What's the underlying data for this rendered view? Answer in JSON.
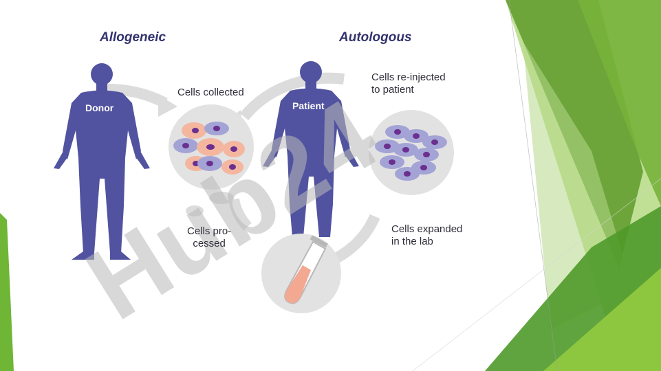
{
  "headings": {
    "allogeneic": "Allogeneic",
    "autologous": "Autologous"
  },
  "figures": {
    "donor": "Donor",
    "patient": "Patient"
  },
  "steps": {
    "collected": "Cells collected",
    "processed": "Cells pro-\ncessed",
    "reinjected": "Cells re-injected\nto patient",
    "expanded": "Cells expanded\nin the lab"
  },
  "watermark": "Hub24",
  "colors": {
    "figure": "#5153a0",
    "heading": "#33336e",
    "cycle_gray": "#d9d9d9",
    "cell_orange": "#f4b69e",
    "cell_purple": "#a3a3d6",
    "nucleus": "#6a2f8f",
    "tube": "#f3a892",
    "green_dark": "#4f8f1f",
    "green_light": "#8dc63f"
  }
}
